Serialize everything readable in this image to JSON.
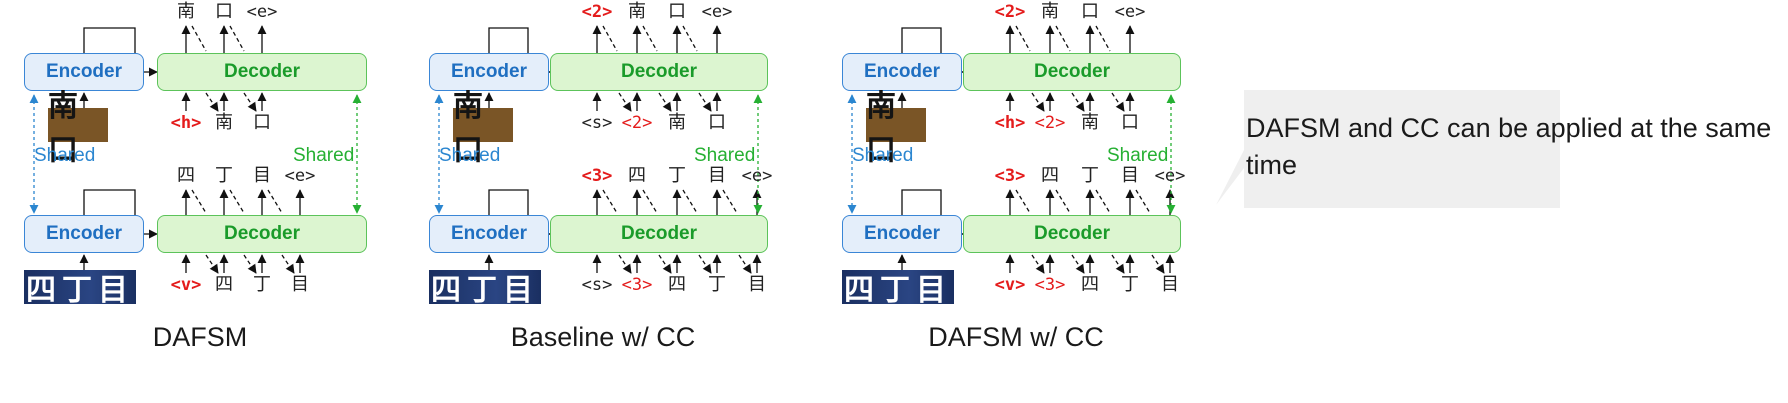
{
  "panels": [
    {
      "caption": "DAFSM",
      "top_image_text": "南口",
      "bottom_image_text": "四丁目",
      "shared_left": "Shared",
      "shared_right": "Shared",
      "encoder_label": "Encoder",
      "decoder_label": "Decoder",
      "top_out": [
        {
          "text": "南",
          "style": "cjk"
        },
        {
          "text": "口",
          "style": "cjk"
        },
        {
          "text": "<e>",
          "style": "mono"
        }
      ],
      "top_in": [
        {
          "text": "<h>",
          "style": "red-bold"
        },
        {
          "text": "南",
          "style": "cjk"
        },
        {
          "text": "口",
          "style": "cjk"
        }
      ],
      "bot_out": [
        {
          "text": "四",
          "style": "cjk"
        },
        {
          "text": "丁",
          "style": "cjk"
        },
        {
          "text": "目",
          "style": "cjk"
        },
        {
          "text": "<e>",
          "style": "mono"
        }
      ],
      "bot_in": [
        {
          "text": "<v>",
          "style": "red-bold"
        },
        {
          "text": "四",
          "style": "cjk"
        },
        {
          "text": "丁",
          "style": "cjk"
        },
        {
          "text": "目",
          "style": "cjk"
        }
      ]
    },
    {
      "caption": "Baseline w/ CC",
      "top_image_text": "南口",
      "bottom_image_text": "四丁目",
      "shared_left": "Shared",
      "shared_right": "Shared",
      "encoder_label": "Encoder",
      "decoder_label": "Decoder",
      "top_out": [
        {
          "text": "<2>",
          "style": "red-bold"
        },
        {
          "text": "南",
          "style": "cjk"
        },
        {
          "text": "口",
          "style": "cjk"
        },
        {
          "text": "<e>",
          "style": "mono"
        }
      ],
      "top_in": [
        {
          "text": "<s>",
          "style": "mono"
        },
        {
          "text": "<2>",
          "style": "red"
        },
        {
          "text": "南",
          "style": "cjk"
        },
        {
          "text": "口",
          "style": "cjk"
        }
      ],
      "bot_out": [
        {
          "text": "<3>",
          "style": "red-bold"
        },
        {
          "text": "四",
          "style": "cjk"
        },
        {
          "text": "丁",
          "style": "cjk"
        },
        {
          "text": "目",
          "style": "cjk"
        },
        {
          "text": "<e>",
          "style": "mono"
        }
      ],
      "bot_in": [
        {
          "text": "<s>",
          "style": "mono"
        },
        {
          "text": "<3>",
          "style": "red"
        },
        {
          "text": "四",
          "style": "cjk"
        },
        {
          "text": "丁",
          "style": "cjk"
        },
        {
          "text": "目",
          "style": "cjk"
        }
      ]
    },
    {
      "caption": "DAFSM w/ CC",
      "top_image_text": "南口",
      "bottom_image_text": "四丁目",
      "shared_left": "Shared",
      "shared_right": "Shared",
      "encoder_label": "Encoder",
      "decoder_label": "Decoder",
      "top_out": [
        {
          "text": "<2>",
          "style": "red-bold"
        },
        {
          "text": "南",
          "style": "cjk"
        },
        {
          "text": "口",
          "style": "cjk"
        },
        {
          "text": "<e>",
          "style": "mono"
        }
      ],
      "top_in": [
        {
          "text": "<h>",
          "style": "red-bold"
        },
        {
          "text": "<2>",
          "style": "red"
        },
        {
          "text": "南",
          "style": "cjk"
        },
        {
          "text": "口",
          "style": "cjk"
        }
      ],
      "bot_out": [
        {
          "text": "<3>",
          "style": "red-bold"
        },
        {
          "text": "四",
          "style": "cjk"
        },
        {
          "text": "丁",
          "style": "cjk"
        },
        {
          "text": "目",
          "style": "cjk"
        },
        {
          "text": "<e>",
          "style": "mono"
        }
      ],
      "bot_in": [
        {
          "text": "<v>",
          "style": "red-bold"
        },
        {
          "text": "<3>",
          "style": "red"
        },
        {
          "text": "四",
          "style": "cjk"
        },
        {
          "text": "丁",
          "style": "cjk"
        },
        {
          "text": "目",
          "style": "cjk"
        }
      ]
    }
  ],
  "callout": {
    "text": "DAFSM and CC can be applied at the same time"
  },
  "colors": {
    "encoder_fill": "#e4eefa",
    "encoder_border": "#3a86d6",
    "decoder_fill": "#dcf5d0",
    "decoder_border": "#5cc35a",
    "special_token_red": "#e41b1b",
    "shared_blue": "#2b86d0",
    "shared_green": "#26b033",
    "callout_fill": "#efefef"
  }
}
